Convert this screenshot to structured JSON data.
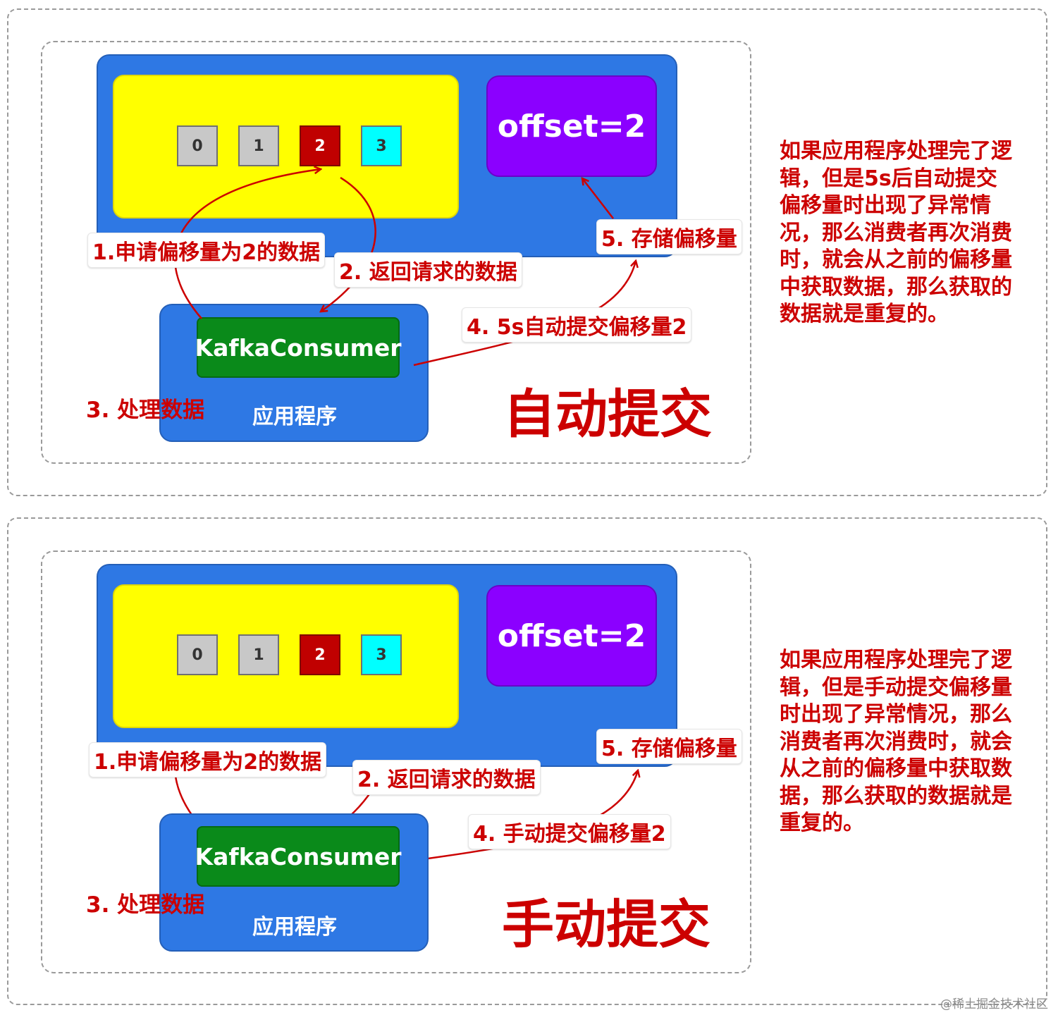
{
  "panels": [
    {
      "id": "auto",
      "messages": [
        "0",
        "1",
        "2",
        "3"
      ],
      "offset_text": "offset=2",
      "consumer": "KafkaConsumer",
      "app": "应用程序",
      "step1": "1.申请偏移量为2的数据",
      "step2": "2. 返回请求的数据",
      "step3": "3. 处理数据",
      "step4": "4. 5s自动提交偏移量2",
      "step5": "5. 存储偏移量",
      "title": "自动提交",
      "note": "如果应用程序处理完了逻辑，但是5s后自动提交偏移量时出现了异常情况，那么消费者再次消费时，就会从之前的偏移量中获取数据，那么获取的数据就是重复的。"
    },
    {
      "id": "manual",
      "messages": [
        "0",
        "1",
        "2",
        "3"
      ],
      "offset_text": "offset=2",
      "consumer": "KafkaConsumer",
      "app": "应用程序",
      "step1": "1.申请偏移量为2的数据",
      "step2": "2. 返回请求的数据",
      "step3": "3. 处理数据",
      "step4": "4. 手动提交偏移量2",
      "step5": "5. 存储偏移量",
      "title": "手动提交",
      "note": "如果应用程序处理完了逻辑，但是手动提交偏移量时出现了异常情况，那么消费者再次消费时，就会从之前的偏移量中获取数据，那么获取的数据就是重复的。"
    }
  ],
  "watermark": "@稀土掘金技术社区",
  "colors": {
    "broker_blue": "#2e78e4",
    "partition_yellow": "#ffff00",
    "offset_purple": "#8b00ff",
    "consumer_green": "#0a8a1a",
    "current_message_red": "#c00000",
    "next_message_cyan": "#00ffff",
    "annotation_red": "#cc0000"
  }
}
